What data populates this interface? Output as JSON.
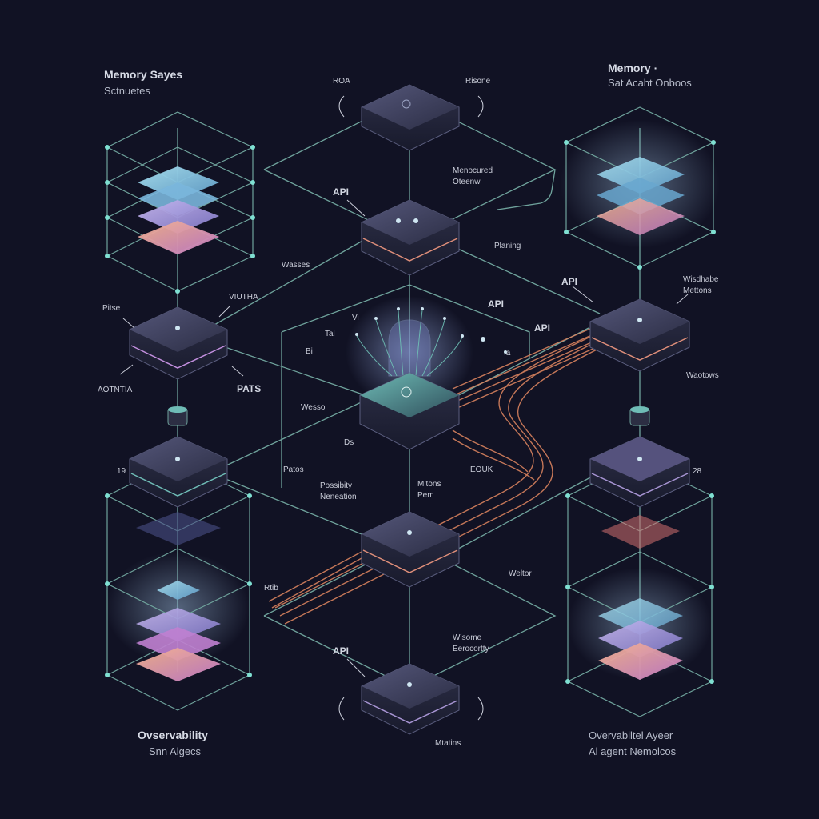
{
  "headers": {
    "top_left": {
      "title": "Memory Sayes",
      "subtitle": "Sctnuetes"
    },
    "top_right": {
      "title": "Memory ·",
      "subtitle": "Sat Acaht Onboos"
    },
    "bottom_left": {
      "title": "Ovservability",
      "subtitle": "Snn Algecs"
    },
    "bottom_right": {
      "title": "Overvabiltel Ayeer",
      "subtitle": "Al agent Nemolcos"
    }
  },
  "labels": {
    "top_node_left": "ROA",
    "top_node_right": "Risone",
    "monitored": "Menocured Oteenw",
    "api_1": "API",
    "planning": "Planing",
    "wasses": "Wasses",
    "left_node_top": "VIUTHA",
    "left_node_left": "Pitse",
    "left_node_bottom_left": "AOTNTIA",
    "pats": "PATS",
    "api_center": "API",
    "api_right_inner": "API",
    "right_api": "API",
    "right_node_title": "Wisdhabe Mettons",
    "waotows": "Waotows",
    "hub_small_1": "Vi",
    "hub_small_2": "Tal",
    "hub_small_3": "Bi",
    "hub_small_4": "Ia",
    "wesso": "Wesso",
    "hub_bottom": "Ds",
    "eouk": "EOUK",
    "num_left": "19",
    "num_right": "28",
    "patos": "Patos",
    "possibility": "Possibity Neneation",
    "mitons": "Mitons Pem",
    "weltor": "Weltor",
    "rtib": "Rtib",
    "api_bottom": "API",
    "wisome": "Wisome Eerocortty",
    "mtatins": "Mtatins"
  },
  "colors": {
    "background": "#111224",
    "line": "#6fa39c",
    "orange": "#d9825e",
    "node": "#2c2e43",
    "glow_blue": "#7fc6e0",
    "glow_pink": "#e59a8f",
    "glow_violet": "#a895d4"
  }
}
